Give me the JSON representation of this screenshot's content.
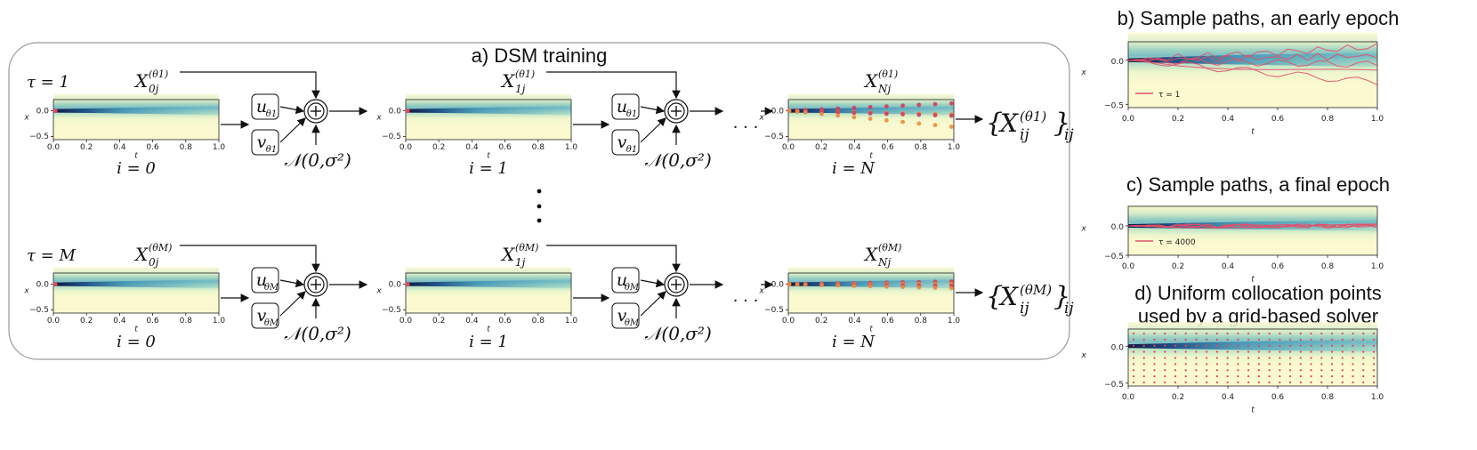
{
  "main_title": "a) DSM training",
  "rows": [
    {
      "tau_label": "τ = 1",
      "theta_sub": "θ1",
      "stages": [
        {
          "x_label_sub": "0j",
          "i_label": "i = 0"
        },
        {
          "x_label_sub": "1j",
          "i_label": "i = 1"
        },
        {
          "x_label_sub": "Nj",
          "i_label": "i = N"
        }
      ],
      "output_label": "{X(θ1)ij}ij"
    },
    {
      "tau_label": "τ = M",
      "theta_sub": "θM",
      "stages": [
        {
          "x_label_sub": "0j",
          "i_label": "i = 0"
        },
        {
          "x_label_sub": "1j",
          "i_label": "i = 1"
        },
        {
          "x_label_sub": "Nj",
          "i_label": "i = N"
        }
      ],
      "output_label": "{X(θM)ij}ij"
    }
  ],
  "noise_label": "𝒩(0,σ²)",
  "u_label": "u",
  "v_label": "v",
  "ellipsis": "· · ·",
  "vdots": "⋮",
  "small_axis": {
    "xlabel": "t",
    "ylabel": "x",
    "xticks": [
      "0.0",
      "0.2",
      "0.4",
      "0.6",
      "0.8",
      "1.0"
    ],
    "yticks": [
      "0.0",
      "−0.5"
    ]
  },
  "panels": [
    {
      "title": "b) Sample paths, an early epoch",
      "legend": "τ = 1",
      "xlabel": "t",
      "ylabel": "x",
      "xticks": [
        "0.0",
        "0.2",
        "0.4",
        "0.6",
        "0.8",
        "1.0"
      ],
      "yticks": [
        "0.0",
        "−0.5"
      ]
    },
    {
      "title": "c) Sample paths, a final epoch",
      "legend": "τ = 4000",
      "xlabel": "t",
      "ylabel": "x",
      "xticks": [
        "0.0",
        "0.2",
        "0.4",
        "0.6",
        "0.8",
        "1.0"
      ],
      "yticks": [
        "0.0",
        "−0.5"
      ]
    },
    {
      "title_lines": [
        "d) Uniform collocation points",
        "used by a grid-based solver"
      ],
      "xlabel": "t",
      "ylabel": "x",
      "xticks": [
        "0.0",
        "0.2",
        "0.4",
        "0.6",
        "0.8",
        "1.0"
      ],
      "yticks": [
        "0.0",
        "−0.5"
      ]
    }
  ],
  "colors": {
    "density_dark": "#1a2a5a",
    "density_mid": "#2f8fb5",
    "density_light": "#a9d9c4",
    "background": "#fbf9cf",
    "path": "#e0506a",
    "point": "#e8455a",
    "point_orange": "#f0a050",
    "frame": "#9a9a9a"
  }
}
